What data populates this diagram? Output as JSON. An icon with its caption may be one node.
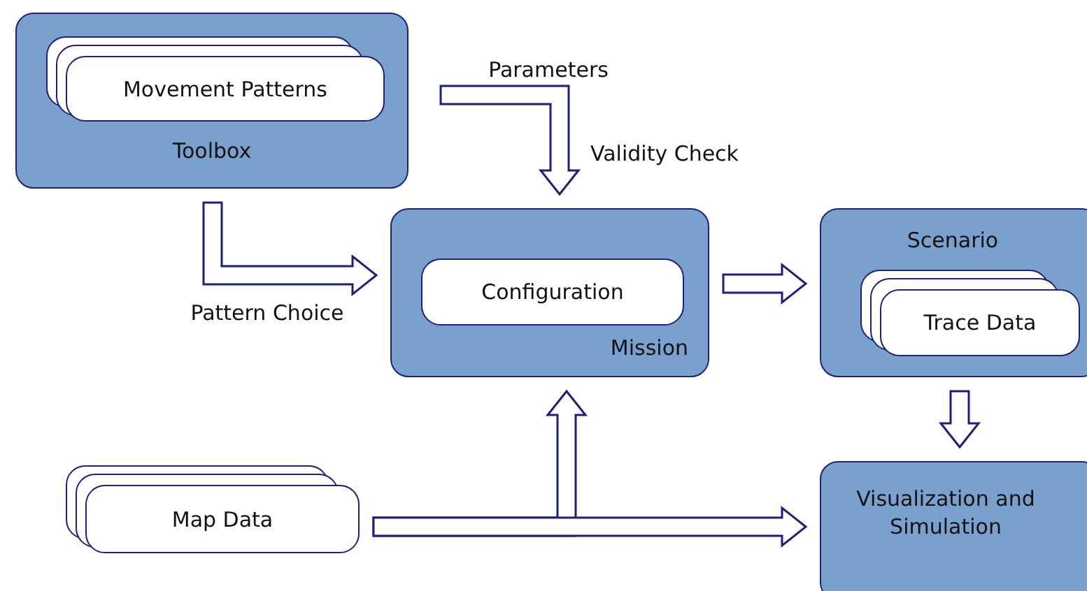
{
  "diagram": {
    "nodes": [
      {
        "text": [
          "Toolbox"
        ]
      },
      {
        "text": [
          "Movement Patterns"
        ],
        "in": 0
      },
      {
        "text": [
          "Mission"
        ]
      },
      {
        "text": [
          "Configuration"
        ],
        "in": 2
      },
      {
        "text": [
          "Scenario"
        ]
      },
      {
        "text": [
          "Trace Data"
        ],
        "in": 4
      },
      {
        "text": [
          "Map Data"
        ]
      },
      {
        "text": [
          "Visualization and Simulation"
        ]
      }
    ],
    "edges": [
      {
        "from": null,
        "to": 2,
        "arrow": "to",
        "label": "Parameters"
      },
      {
        "from": 0,
        "to": 2,
        "arrow": "to",
        "label": "Pattern Choice"
      },
      {
        "from": 2,
        "to": 4,
        "arrow": "to"
      },
      {
        "from": 4,
        "to": 7,
        "arrow": "to"
      },
      {
        "from": 6,
        "to": 2,
        "arrow": "to"
      },
      {
        "from": 6,
        "to": 7,
        "arrow": "to"
      }
    ],
    "labels": [
      "Validity Check"
    ]
  }
}
